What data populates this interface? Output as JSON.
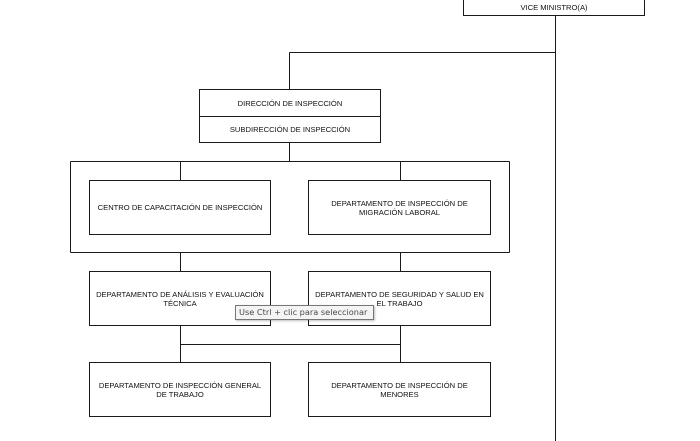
{
  "org_chart": {
    "vice_ministro": "VICE MINISTRO(A)",
    "direccion": "DIRECCIÓN DE INSPECCIÓN",
    "subdireccion": "SUBDIRECCIÓN DE INSPECCIÓN",
    "departments": [
      "CENTRO DE CAPACITACIÓN DE INSPECCIÓN",
      "DEPARTAMENTO DE INSPECCIÓN DE MIGRACIÓN LABORAL",
      "DEPARTAMENTO DE ANÁLISIS Y EVALUACIÓN TÉCNICA",
      "DEPARTAMENTO DE SEGURIDAD Y SALUD EN EL TRABAJO",
      "DEPARTAMENTO DE INSPECCIÓN GENERAL DE TRABAJO",
      "DEPARTAMENTO DE INSPECCIÓN DE MENORES"
    ]
  },
  "tooltip": {
    "text": "Use Ctrl + clic para seleccionar"
  }
}
